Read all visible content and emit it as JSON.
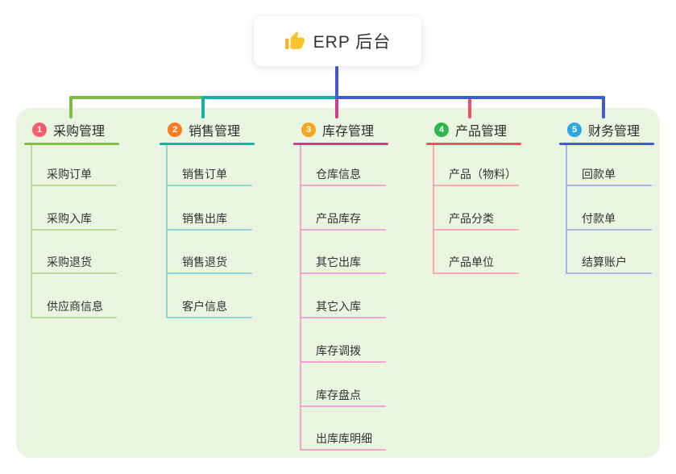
{
  "root": {
    "title": "ERP 后台",
    "icon": "thumbs-up-icon"
  },
  "colors": {
    "stem_blue": "#4457d5",
    "panel_green": "#e9f5e1",
    "text_dark": "#2b2b2b"
  },
  "branches": [
    {
      "badge": "1",
      "label": "采购管理",
      "color": "#7dbd46",
      "light_color": "#b9dc96",
      "badge_color": "#f35e6e",
      "children": [
        "采购订单",
        "采购入库",
        "采购退货",
        "供应商信息"
      ]
    },
    {
      "badge": "2",
      "label": "销售管理",
      "color": "#16b3a4",
      "light_color": "#90d9d1",
      "badge_color": "#f87d20",
      "children": [
        "销售订单",
        "销售出库",
        "销售退货",
        "客户信息"
      ]
    },
    {
      "badge": "3",
      "label": "库存管理",
      "color": "#d23c8e",
      "light_color": "#f3a6cd",
      "badge_color": "#f7a61f",
      "children": [
        "仓库信息",
        "产品库存",
        "其它出库",
        "其它入库",
        "库存调拨",
        "库存盘点",
        "出库库明细"
      ]
    },
    {
      "badge": "4",
      "label": "产品管理",
      "color": "#f2505e",
      "light_color": "#f9abad",
      "badge_color": "#2eb64e",
      "children": [
        "产品（物料）",
        "产品分类",
        "产品单位"
      ]
    },
    {
      "badge": "5",
      "label": "财务管理",
      "color": "#3f5bd5",
      "light_color": "#a2b5e8",
      "badge_color": "#2ea7e0",
      "children": [
        "回款单",
        "付款单",
        "结算账户"
      ]
    }
  ]
}
